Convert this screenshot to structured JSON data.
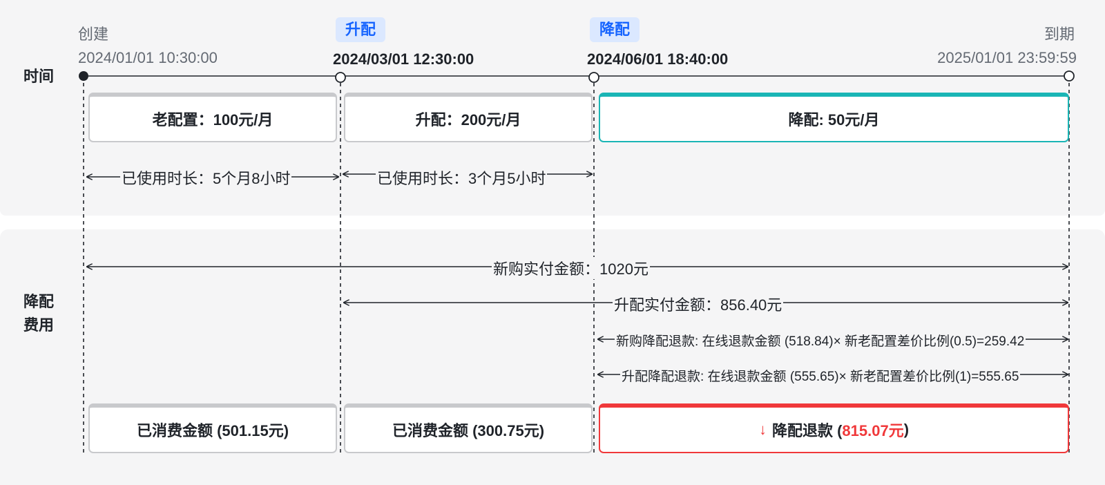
{
  "sections": {
    "time": "时间",
    "fee": "降配费用"
  },
  "timeline": {
    "points": [
      {
        "label": "创建",
        "datetime": "2024/01/01 10:30:00",
        "emphasis": false,
        "tag": false
      },
      {
        "label": "升配",
        "datetime": "2024/03/01 12:30:00",
        "emphasis": true,
        "tag": true
      },
      {
        "label": "降配",
        "datetime": "2024/06/01 18:40:00",
        "emphasis": true,
        "tag": true
      },
      {
        "label": "到期",
        "datetime": "2025/01/01 23:59:59",
        "emphasis": false,
        "tag": false
      }
    ]
  },
  "configs": [
    {
      "text": "老配置：100元/月",
      "style": "gray"
    },
    {
      "text": "升配：200元/月",
      "style": "gray"
    },
    {
      "text": "降配: 50元/月",
      "style": "teal"
    }
  ],
  "durations": [
    "已使用时长：5个月8小时",
    "已使用时长：3个月5小时"
  ],
  "payments": {
    "new_purchase": "新购实付金额：1020元",
    "upgrade": "升配实付金额：856.40元",
    "new_refund": "新购降配退款: 在线退款金额 (518.84)× 新老配置差价比例(0.5)=259.42",
    "upgrade_refund": "升配降配退款: 在线退款金额 (555.65)× 新老配置差价比例(1)=555.65"
  },
  "consumed": [
    "已消费金额 (501.15元)",
    "已消费金额 (300.75元)"
  ],
  "refund": {
    "arrow": "↓",
    "prefix": "降配退款 (",
    "amount": "815.07元",
    "suffix": ")"
  },
  "colors": {
    "accent_blue": "#1664ff",
    "tag_bg": "#dbe8ff",
    "teal": "#1ab5b5",
    "refund_red": "#f0383a",
    "box_gray": "#c8c9cc",
    "panel_bg": "#f5f5f6"
  }
}
